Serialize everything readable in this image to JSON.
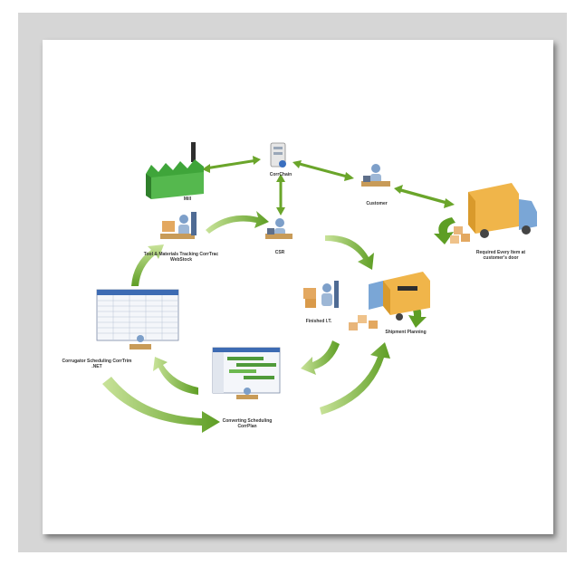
{
  "diagram": {
    "nodes": {
      "mill": {
        "label": "Mill",
        "icon": "factory-icon"
      },
      "server": {
        "label": "CorrChain",
        "icon": "server-icon"
      },
      "customer": {
        "label": "Customer",
        "icon": "customer-icon"
      },
      "truck": {
        "label": "Required Every Item at customer's door",
        "icon": "delivery-truck-icon"
      },
      "training": {
        "label": "Tool & Materials Tracking CorrTrac WebStock",
        "icon": "warehouse-worker-icon"
      },
      "csr": {
        "label": "CSR",
        "icon": "csr-icon"
      },
      "corrugator": {
        "label": "Corrugator Scheduling CorrTrim .NET",
        "icon": "schedule-spreadsheet-icon"
      },
      "finished": {
        "label": "Finished I.T.",
        "icon": "finished-goods-icon"
      },
      "shipment": {
        "label": "Shipment Planning",
        "icon": "shipment-truck-icon"
      },
      "converting": {
        "label": "Converting Scheduling CorrPlan",
        "icon": "gantt-schedule-icon"
      }
    },
    "colors": {
      "arrow_green": "#6aa52a",
      "arrow_light": "#b7d97a",
      "factory_green": "#3fa53a",
      "box_tan": "#f0b54a",
      "truck_blue": "#7aa6d6"
    }
  }
}
